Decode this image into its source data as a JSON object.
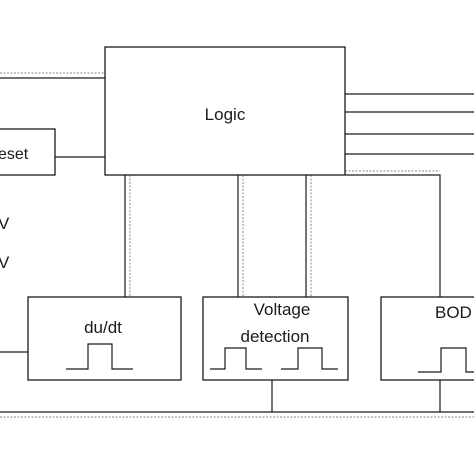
{
  "blocks": {
    "logic": "Logic",
    "reset": "eset",
    "dudt": "du/dt",
    "voltage_detection_line1": "Voltage",
    "voltage_detection_line2": "detection",
    "bod": "BOD"
  },
  "left_labels": {
    "upper": "V",
    "lower": "V"
  }
}
